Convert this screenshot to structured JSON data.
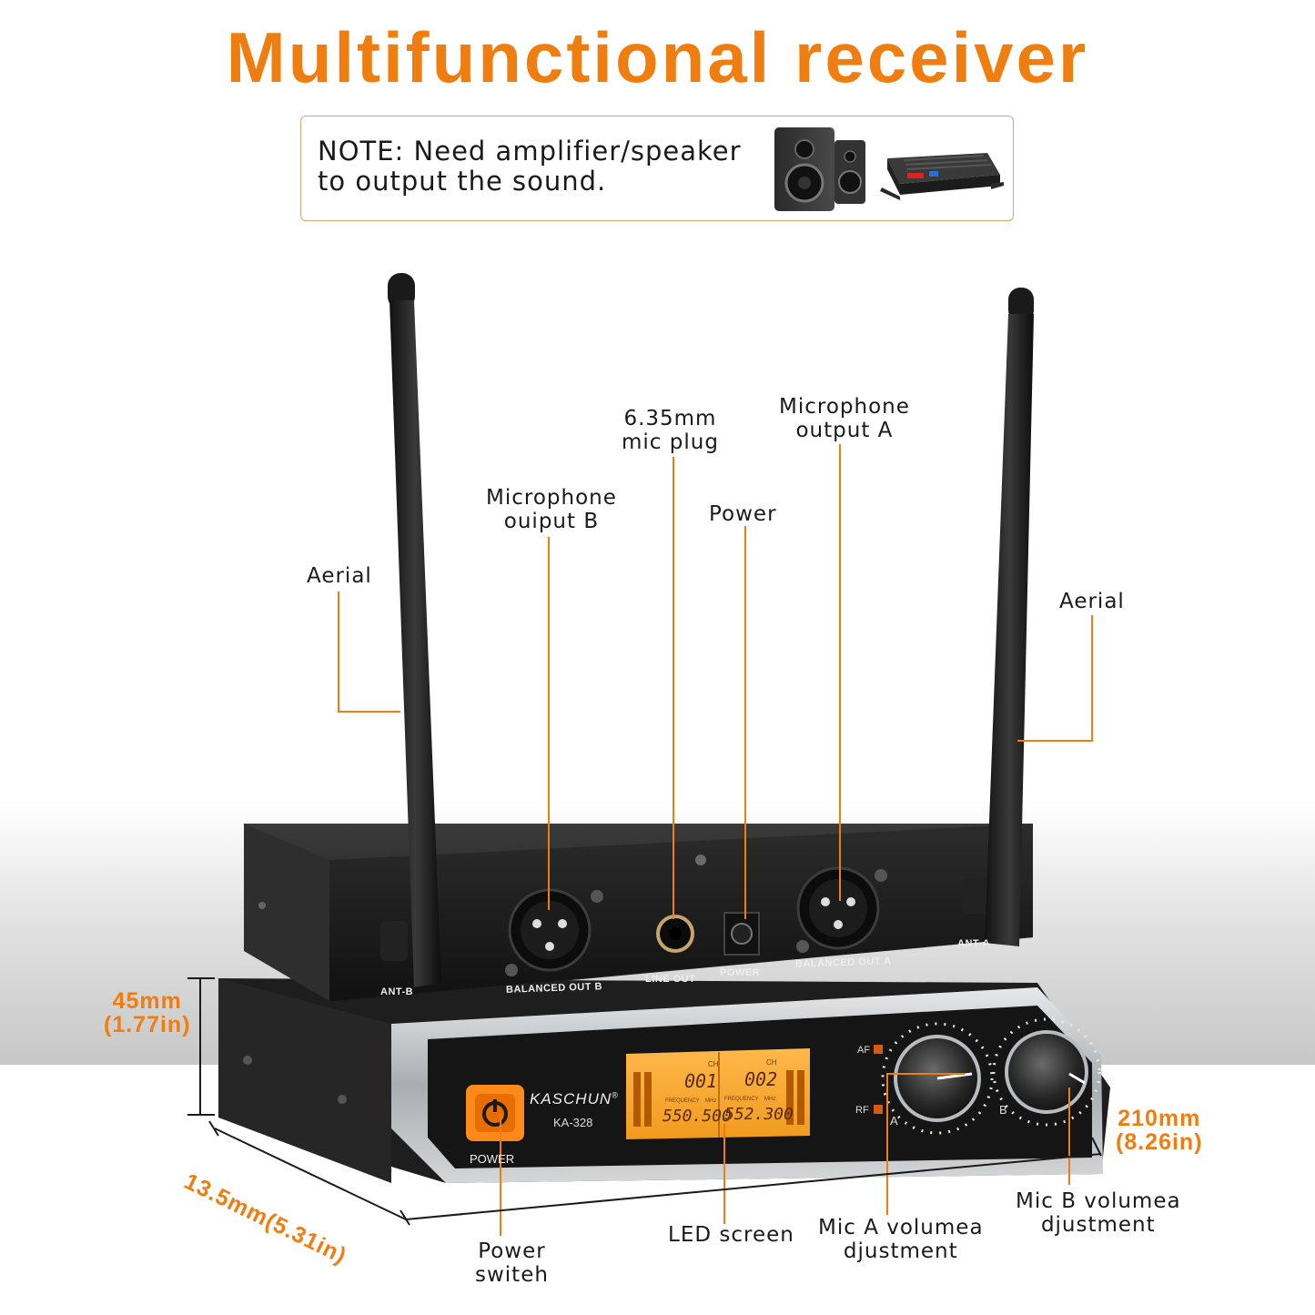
{
  "title": "Multifunctional receiver",
  "note": {
    "line1": "NOTE: Need amplifier/speaker",
    "line2": "to output the sound."
  },
  "callouts": {
    "aerial_left": "Aerial",
    "aerial_right": "Aerial",
    "mic_output_b": {
      "line1": "Microphone",
      "line2": "ouiput B"
    },
    "mic_plug": {
      "line1": "6.35mm",
      "line2": "mic plug"
    },
    "power": "Power",
    "mic_output_a": {
      "line1": "Microphone",
      "line2": "output A"
    },
    "power_switch": {
      "line1": "Power",
      "line2": "switeh"
    },
    "led_screen": "LED screen",
    "mic_a_volume": {
      "line1": "Mic A volumea",
      "line2": "djustment"
    },
    "mic_b_volume": {
      "line1": "Mic B volumea",
      "line2": "djustment"
    }
  },
  "dimensions": {
    "height": {
      "line1": "45mm",
      "line2": "(1.77in)"
    },
    "depth": "13.5mm(5.31in)",
    "width": {
      "line1": "210mm",
      "line2": "(8.26in)"
    }
  },
  "rear_panel": {
    "ant_b": "ANT-B",
    "balanced_out_b": "BALANCED OUT B",
    "line_out": "LINE OUT",
    "power": "POWER",
    "balanced_out_a": "BALANCED OUT A",
    "ant_a": "ANT-A"
  },
  "front_panel": {
    "brand": "KASCHUN",
    "brand_mark": "®",
    "model": "KA-328",
    "power_label": "POWER",
    "af": "AF",
    "rf": "RF",
    "knob_a": "A",
    "knob_b": "B",
    "lcd": {
      "ch_label": "CH",
      "ch_a": "001",
      "ch_b": "002",
      "freq_label": "FREQUENCY",
      "mhz": "MHz",
      "freq_a": "550.500",
      "freq_b": "552.300"
    }
  },
  "colors": {
    "accent": "#f07d10",
    "lcd": "#f5a623",
    "body": "#1c1c1c",
    "silver": "#b8bcc0"
  }
}
